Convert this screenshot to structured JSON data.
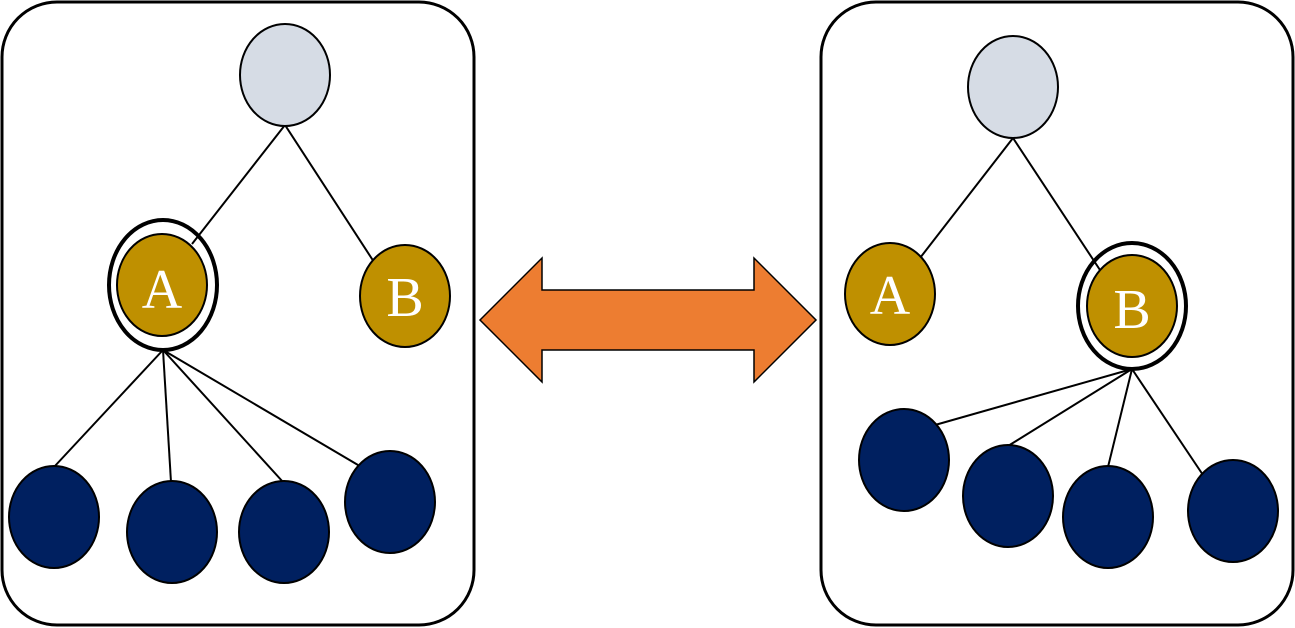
{
  "left_panel": {
    "node_a_label": "A",
    "node_b_label": "B",
    "selected_node": "A",
    "child_count": 4
  },
  "right_panel": {
    "node_a_label": "A",
    "node_b_label": "B",
    "selected_node": "B",
    "child_count": 4
  },
  "colors": {
    "root_fill": "#d6dce5",
    "gold_fill": "#bf9000",
    "child_fill": "#002060",
    "arrow_fill": "#ed7d31",
    "stroke": "#000000"
  }
}
